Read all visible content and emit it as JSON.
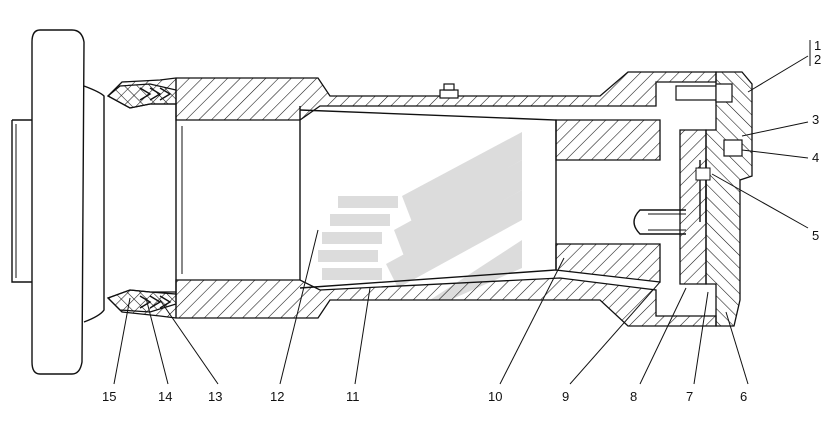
{
  "callouts": [
    {
      "id": "1",
      "label": "1"
    },
    {
      "id": "2",
      "label": "2"
    },
    {
      "id": "3",
      "label": "3"
    },
    {
      "id": "4",
      "label": "4"
    },
    {
      "id": "5",
      "label": "5"
    },
    {
      "id": "6",
      "label": "6"
    },
    {
      "id": "7",
      "label": "7"
    },
    {
      "id": "8",
      "label": "8"
    },
    {
      "id": "9",
      "label": "9"
    },
    {
      "id": "10",
      "label": "10"
    },
    {
      "id": "11",
      "label": "11"
    },
    {
      "id": "12",
      "label": "12"
    },
    {
      "id": "13",
      "label": "13"
    },
    {
      "id": "14",
      "label": "14"
    },
    {
      "id": "15",
      "label": "15"
    }
  ],
  "colors": {
    "line": "#111111",
    "hatch": "#111111",
    "watermark": "#d6d6d6",
    "background": "#ffffff"
  }
}
